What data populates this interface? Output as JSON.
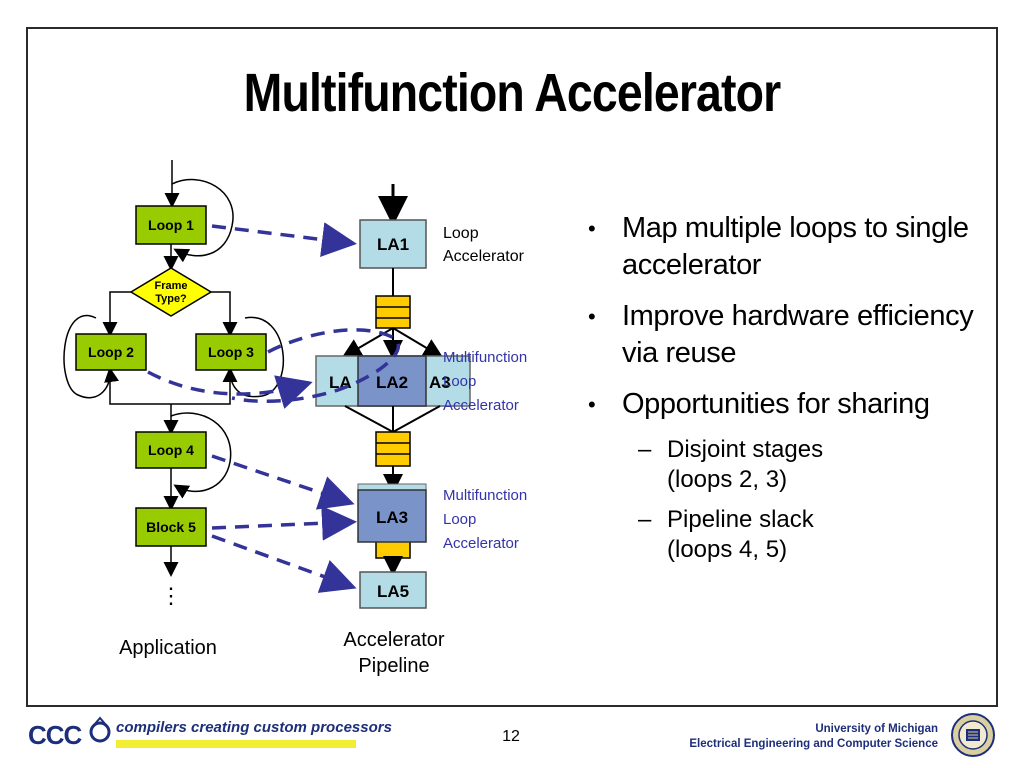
{
  "slide": {
    "title": "Multifunction Accelerator",
    "page_number": "12"
  },
  "application": {
    "label": "Application",
    "nodes": {
      "loop1": "Loop 1",
      "frame_type": [
        "Frame",
        "Type?"
      ],
      "loop2": "Loop 2",
      "loop3": "Loop 3",
      "loop4": "Loop 4",
      "block5": "Block 5",
      "ellipsis": "⋮"
    }
  },
  "pipeline": {
    "label_line1": "Accelerator",
    "label_line2": "Pipeline",
    "la1": "LA1",
    "la2": "LA2",
    "la2_left_fragment": "LA",
    "la2_right_fragment": "A3",
    "la3": "LA3",
    "la5": "LA5",
    "loop_accel_label": [
      "Loop",
      "Accelerator"
    ],
    "multi_label_1": [
      "Multifunction",
      "Loop",
      "Accelerator"
    ],
    "multi_label_2": [
      "Multifunction",
      "Loop",
      "Accelerator"
    ]
  },
  "bullets": [
    {
      "text": "Map multiple loops to single accelerator"
    },
    {
      "text": "Improve hardware efficiency via reuse"
    },
    {
      "text": "Opportunities for sharing"
    }
  ],
  "sub_bullets": [
    {
      "line1": "Disjoint stages",
      "line2": "(loops 2, 3)"
    },
    {
      "line1": "Pipeline slack",
      "line2": "(loops 4, 5)"
    }
  ],
  "footer": {
    "logo": "CCC",
    "tagline": "compilers creating custom processors",
    "university": "University of Michigan",
    "department": "Electrical Engineering and Computer Science"
  },
  "colors": {
    "loop_node_fill": "#99cc00",
    "decision_fill": "#ffff00",
    "la_fill": "#b4dce6",
    "la_multi_fill": "#7a94c9",
    "buffer_fill": "#ffcc00",
    "dash_arrow": "#333399",
    "label_blue": "#3333aa",
    "footer_navy": "#1d2f7a",
    "footer_yellow": "#f2ee33"
  }
}
